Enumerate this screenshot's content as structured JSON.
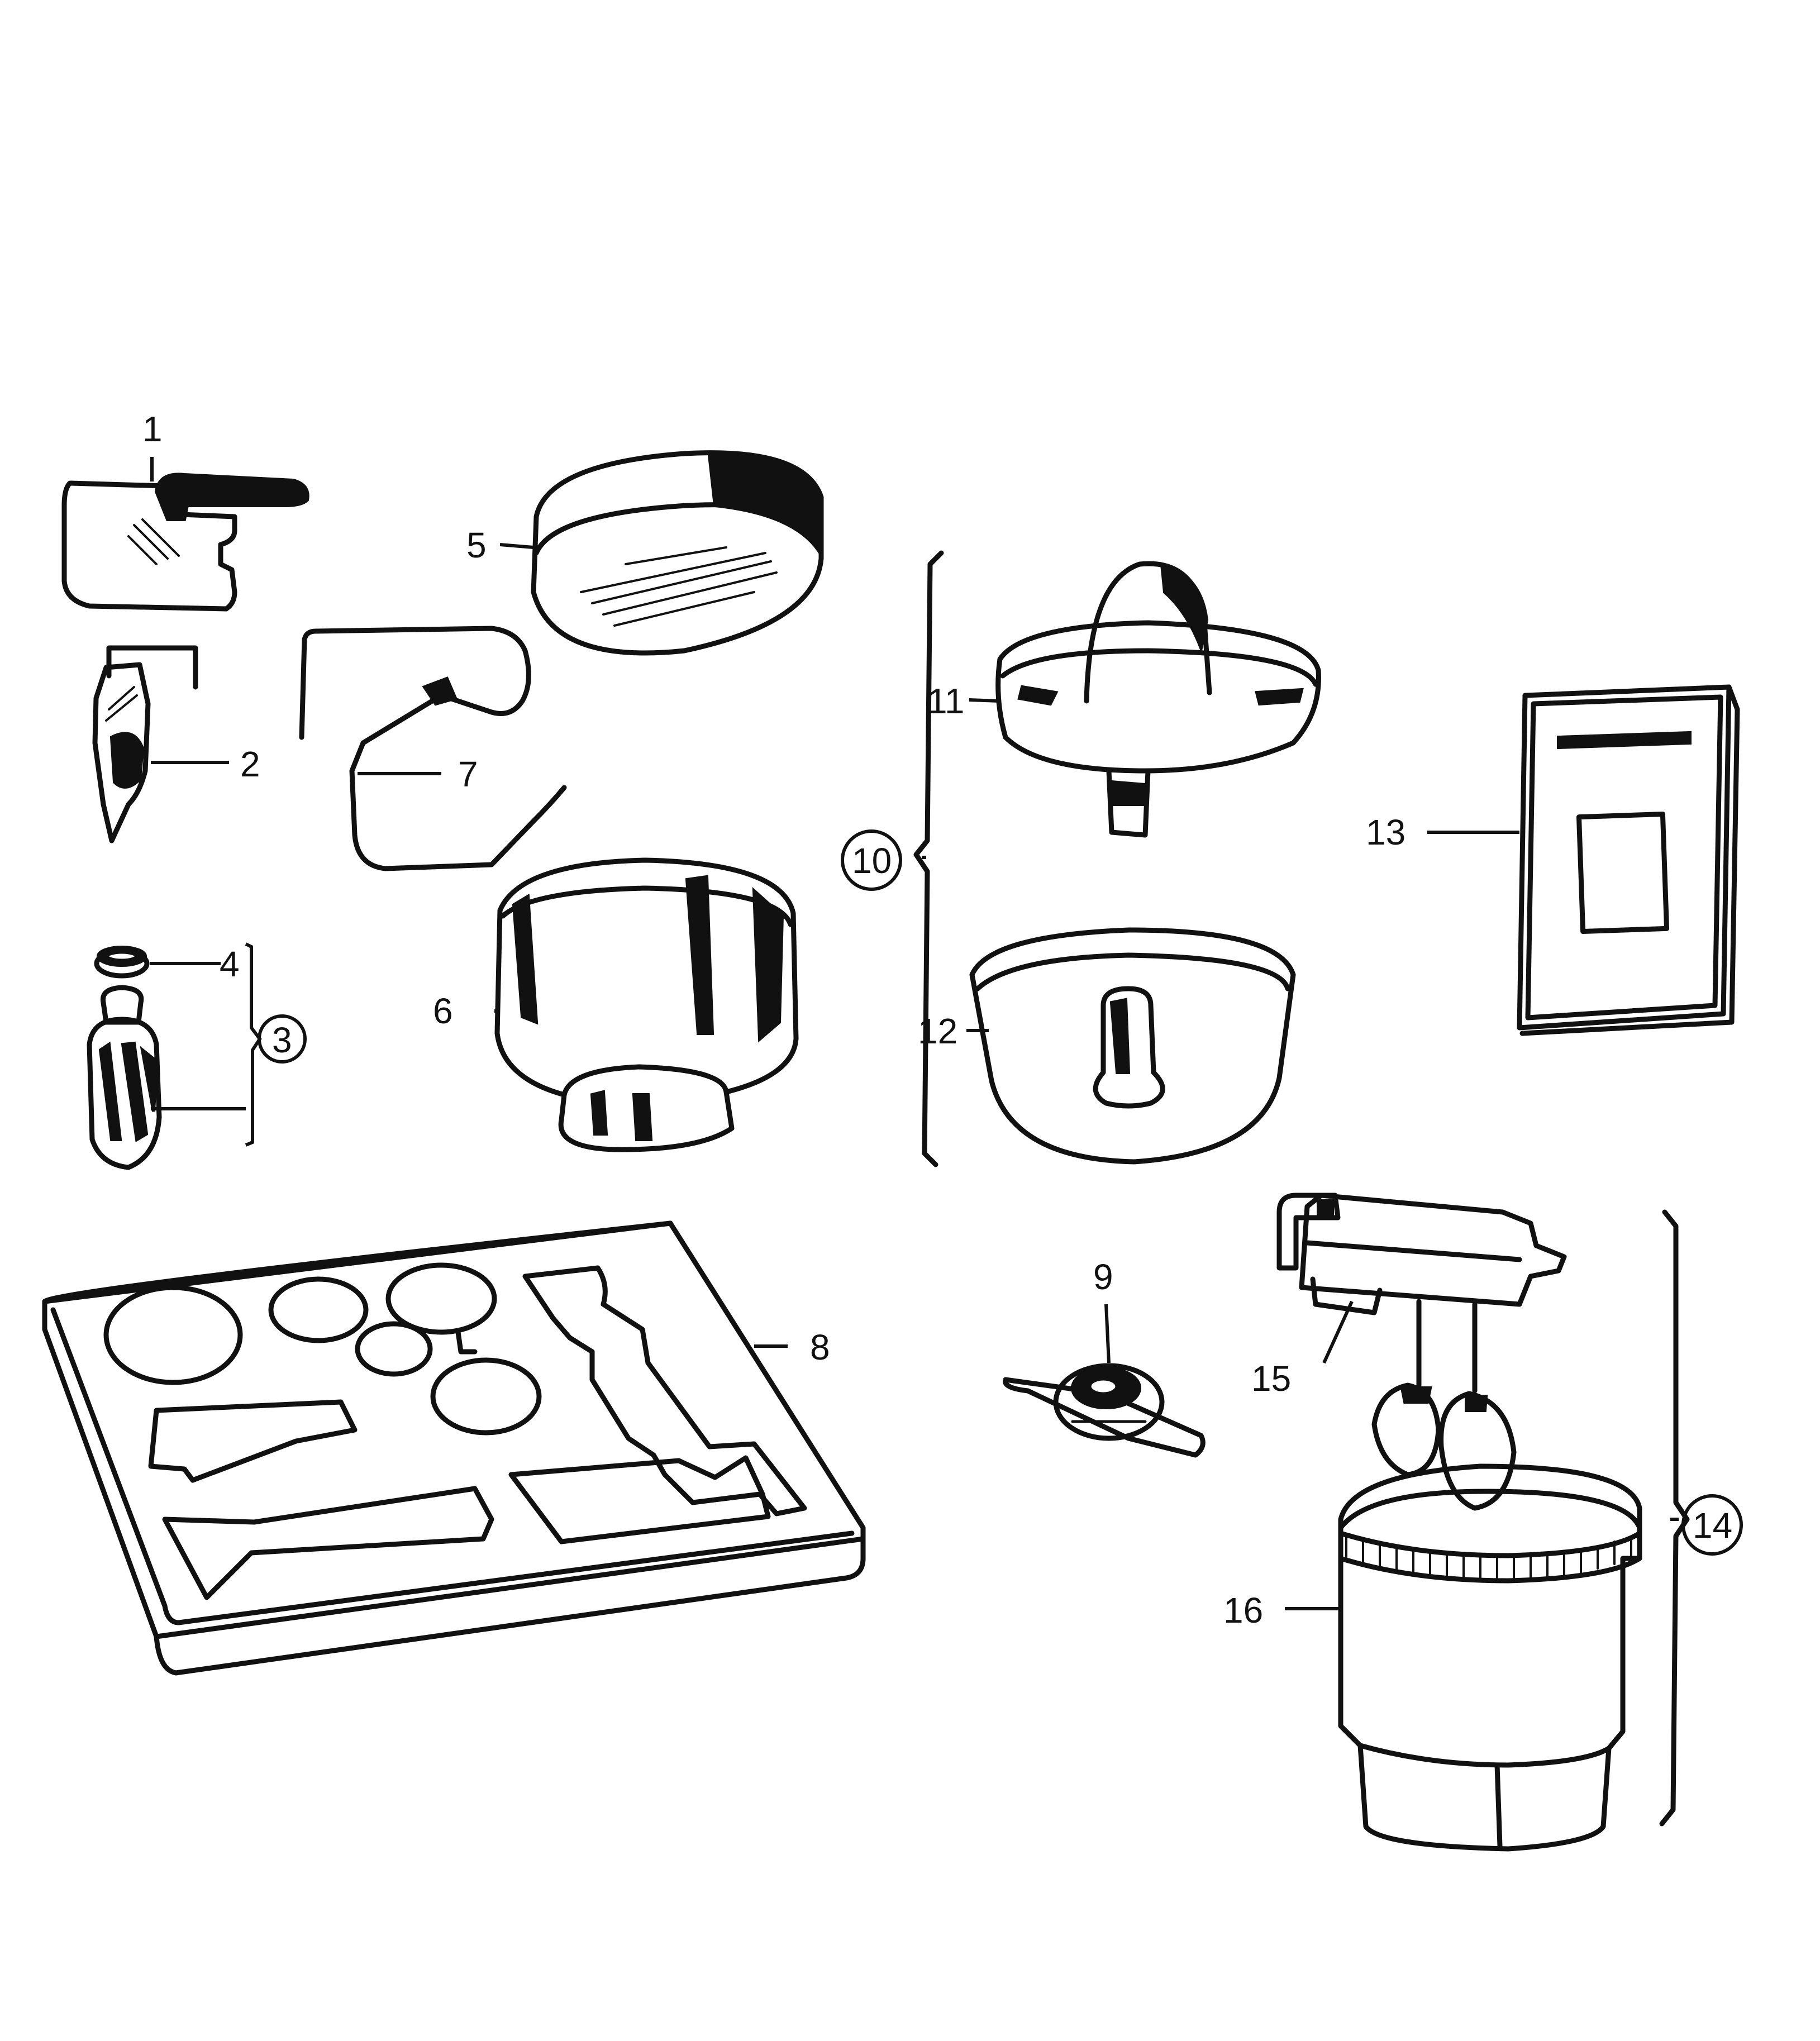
{
  "diagram": {
    "colors": {
      "ink": "#111111",
      "paper": "#ffffff"
    },
    "labels": {
      "p1": "1",
      "p2": "2",
      "p3": "3",
      "p4": "4",
      "p5": "5",
      "p6": "6",
      "p7": "7",
      "p8": "8",
      "p9": "9",
      "p10": "10",
      "p11": "11",
      "p12": "12",
      "p13": "13",
      "p14": "14",
      "p15": "15",
      "p16": "16"
    },
    "circled": [
      "3",
      "10",
      "14"
    ]
  }
}
